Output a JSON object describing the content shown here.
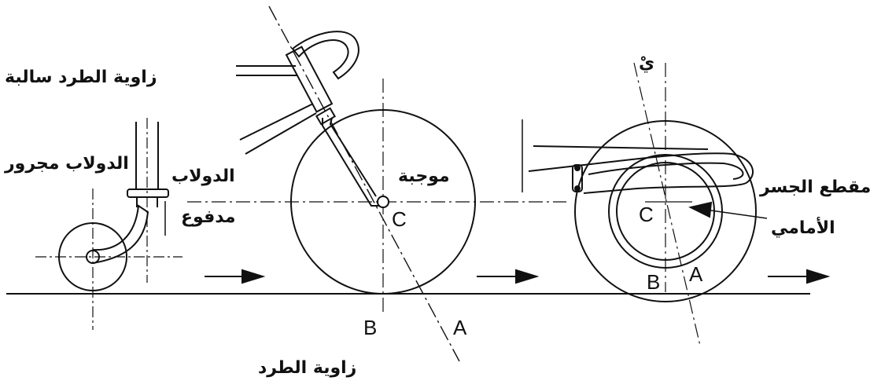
{
  "labels": {
    "trail_negative": "زاوية الطرد سالبة",
    "caster_dragged": "الدولاب مجرور",
    "wheel_pushed_line1": "الدولاب",
    "wheel_pushed_line2": "مدفوع",
    "positive": "موجبة",
    "trail_angle": "زاوية الطرد",
    "front_axle_line1": "مقطع الجسر",
    "front_axle_line2": "الأمامي",
    "y_hat": "يْ"
  },
  "points": {
    "c1": "C",
    "b1": "B",
    "a1": "A",
    "c2": "C",
    "b2": "B",
    "a2": "A"
  },
  "colors": {
    "line": "#111111",
    "background": "#ffffff"
  }
}
